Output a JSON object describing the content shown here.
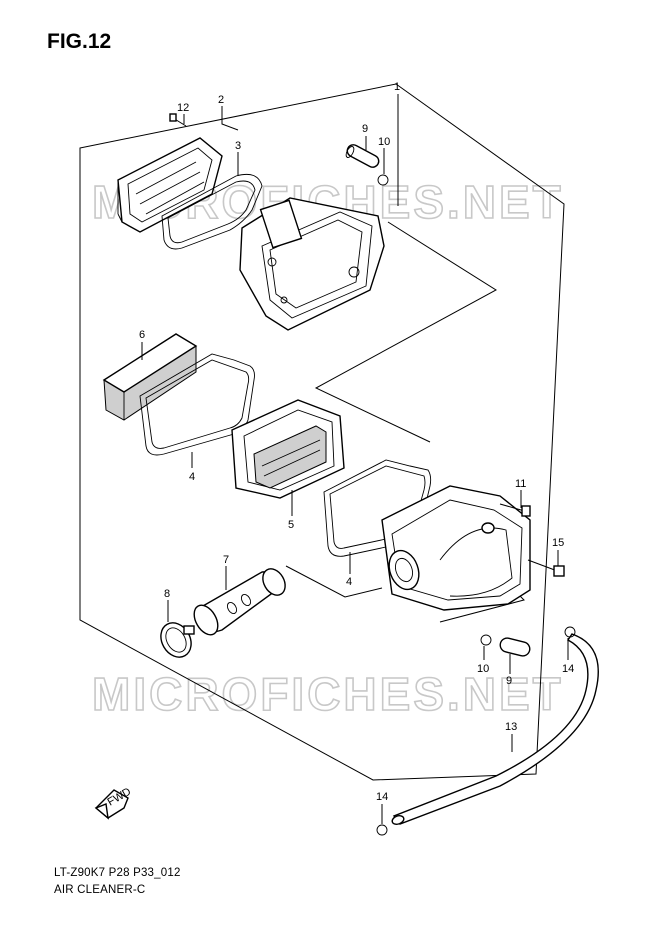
{
  "figure": {
    "title": "FIG.12",
    "code": "LT-Z90K7 P28 P33_012",
    "name": "AIR CLEANER-C"
  },
  "watermark": "MICROFICHES.NET",
  "fwd_label": "FWD",
  "callouts": {
    "c1": "1",
    "c2": "2",
    "c3": "3",
    "c4a": "4",
    "c4b": "4",
    "c5": "5",
    "c6": "6",
    "c7": "7",
    "c8": "8",
    "c9a": "9",
    "c9b": "9",
    "c10a": "10",
    "c10b": "10",
    "c11": "11",
    "c12": "12",
    "c13": "13",
    "c14a": "14",
    "c14b": "14",
    "c15": "15"
  }
}
